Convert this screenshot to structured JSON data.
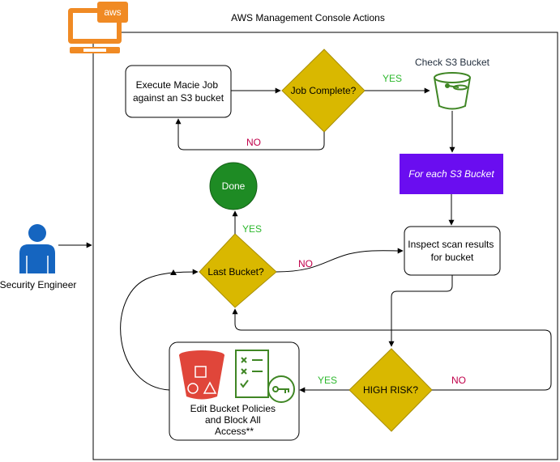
{
  "diagram": {
    "title": "AWS Management Console Actions",
    "aws_badge": "aws",
    "actor_label": "Security Engineer",
    "execute_job": [
      "Execute Macie Job",
      "against an S3 bucket"
    ],
    "job_complete": "Job Complete?",
    "yes_job": "YES",
    "no_job": "NO",
    "check_bucket": "Check S3 Bucket",
    "for_each": "For each S3 Bucket",
    "inspect": [
      "Inspect scan results",
      "for bucket"
    ],
    "high_risk": "HIGH RISK?",
    "yes_risk": "YES",
    "no_risk": "NO",
    "edit_policies": [
      "Edit Bucket Policies",
      "and Block All",
      "Access**"
    ],
    "last_bucket": "Last Bucket?",
    "yes_last": "YES",
    "no_last": "NO",
    "done": "Done",
    "colors": {
      "diamond": "#D9B800",
      "diamond_stroke": "#A88E00",
      "purple": "#6A0DF0",
      "done_green": "#1E8B24",
      "yes_green": "#2DB82D",
      "no_red": "#C0004A",
      "aws_orange": "#F08A24",
      "actor_blue": "#1565C0",
      "s3_red": "#E0463A",
      "s3_green": "#3F8624"
    }
  }
}
